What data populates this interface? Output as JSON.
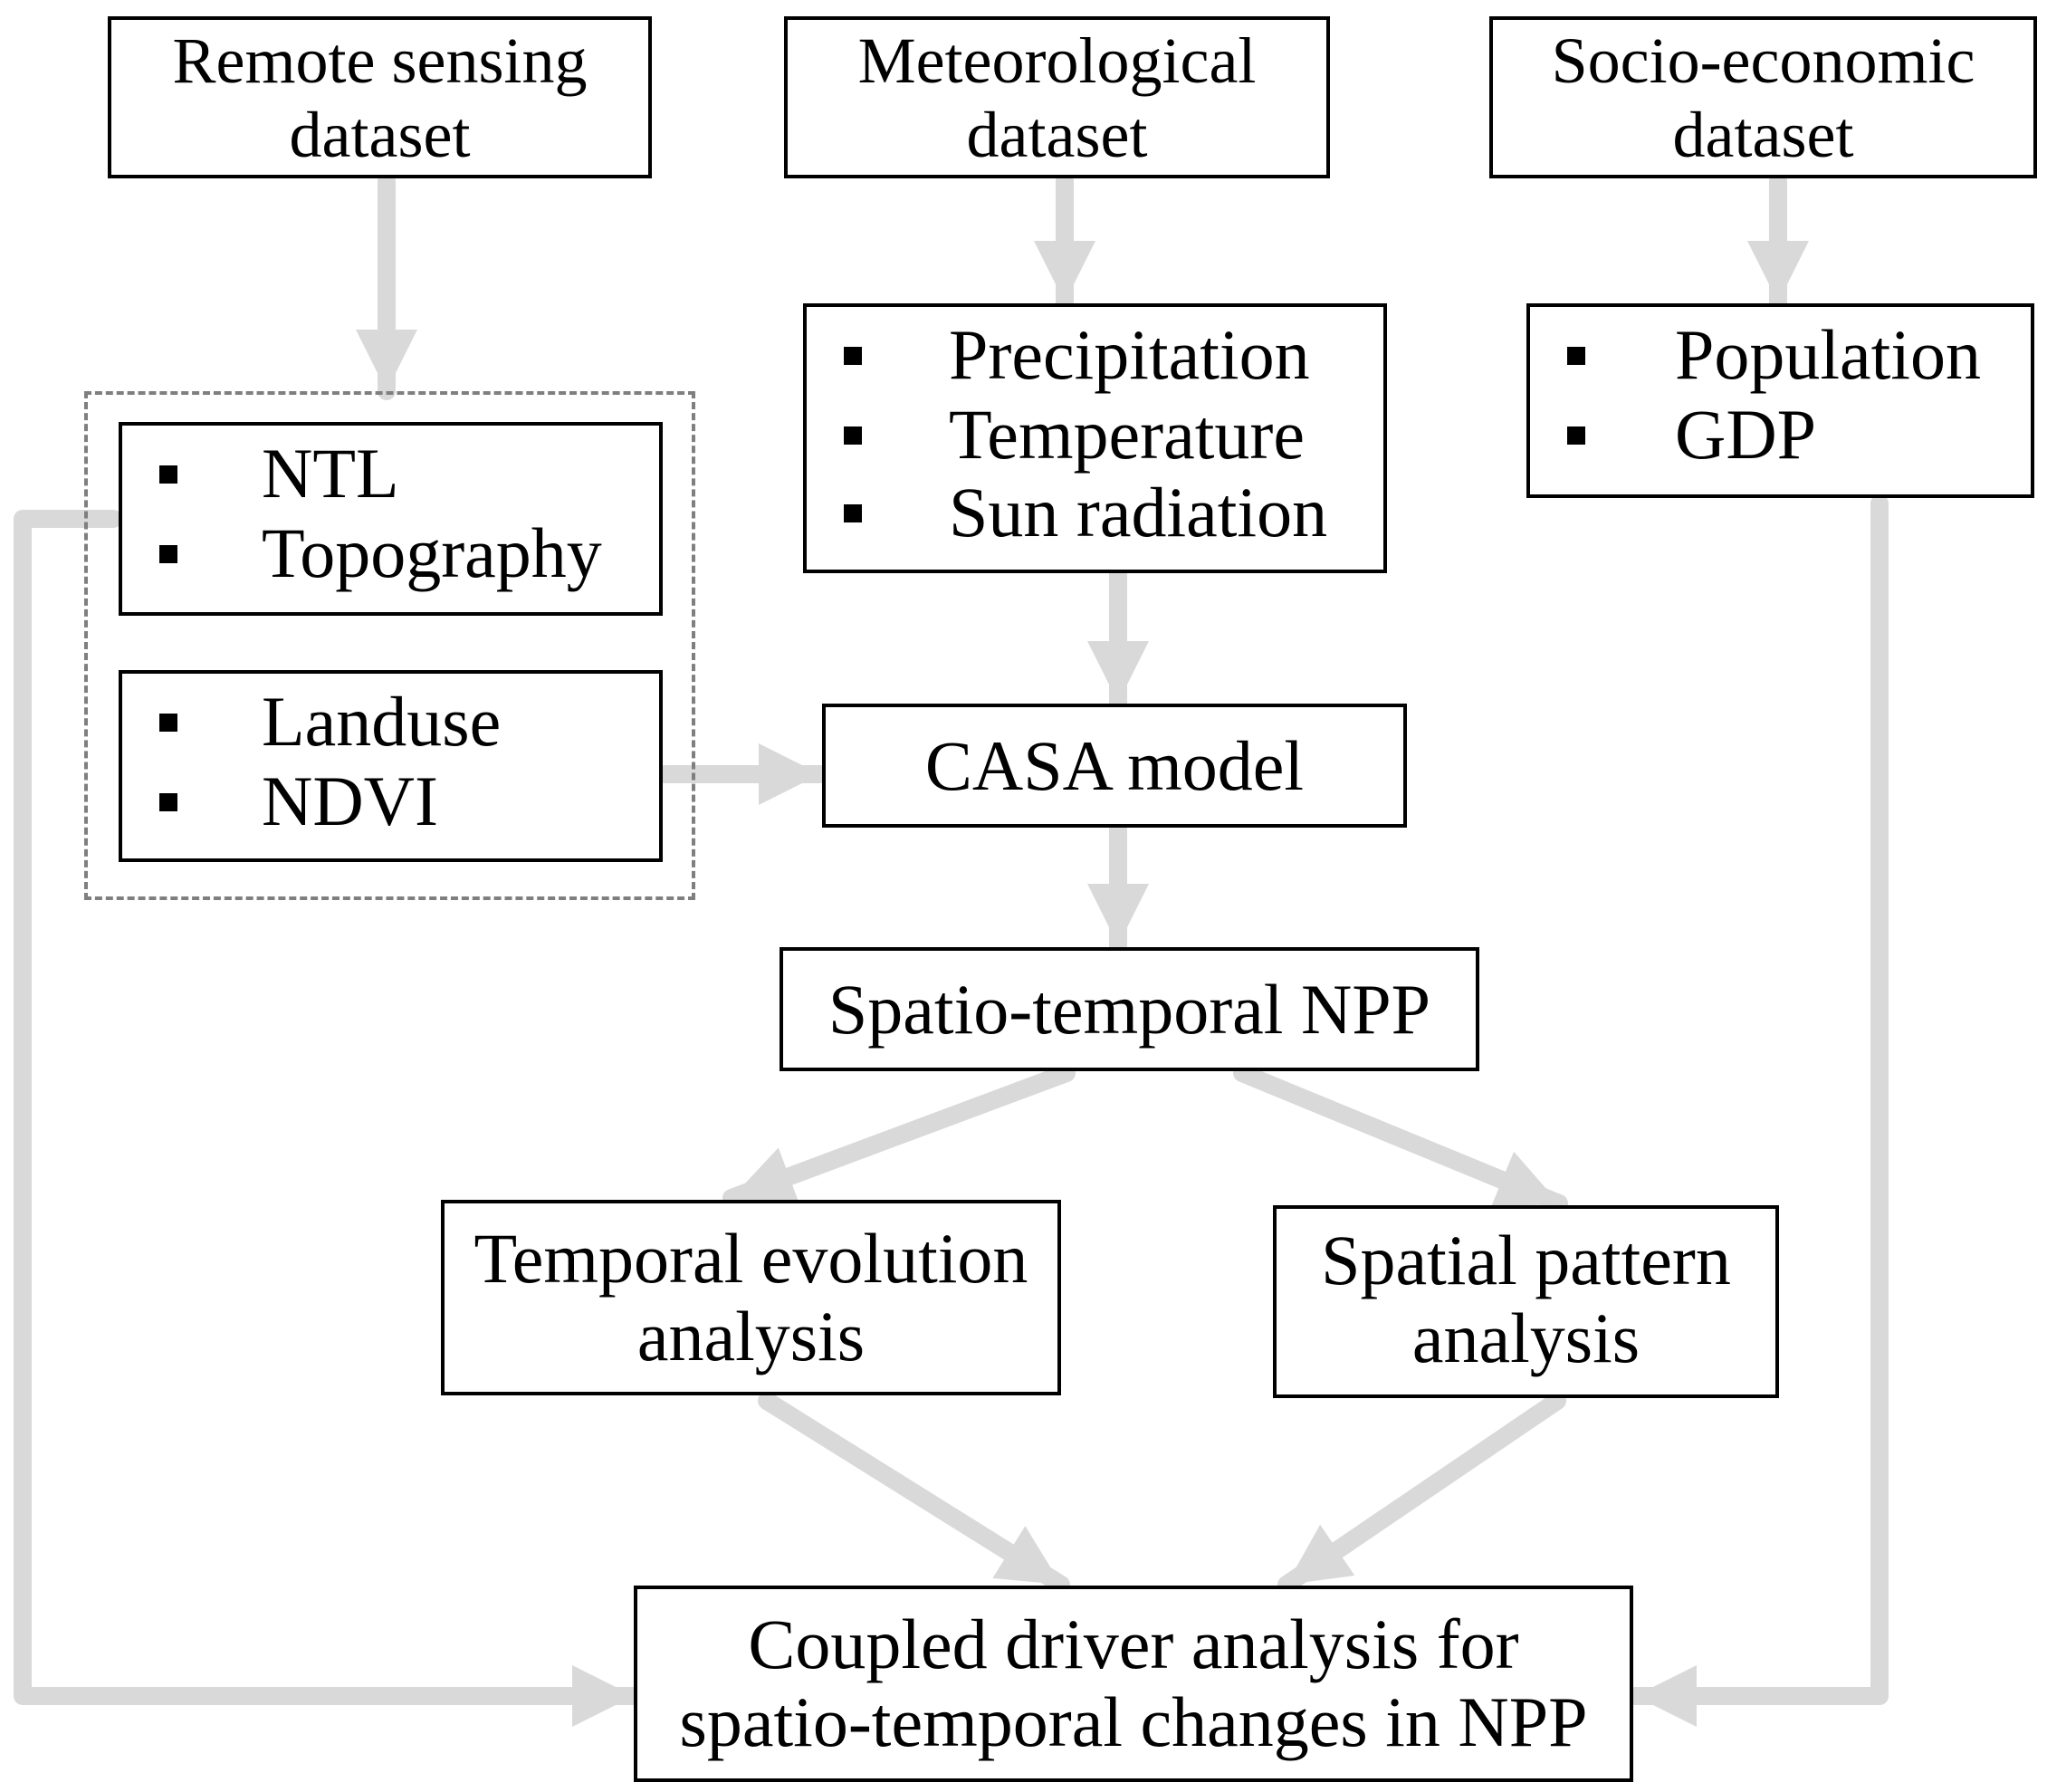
{
  "colors": {
    "arrow": "#d9d9d9",
    "box_border": "#000000",
    "dashed_group": "#7f7f7f"
  },
  "boxes": {
    "remote_sensing": {
      "line1": "Remote sensing",
      "line2": "dataset"
    },
    "meteorological": {
      "line1": "Meteorological",
      "line2": "dataset"
    },
    "socio_economic": {
      "line1": "Socio-economic",
      "line2": "dataset"
    },
    "ntl_topo": {
      "items": [
        "NTL",
        "Topography"
      ]
    },
    "landuse_ndvi": {
      "items": [
        "Landuse",
        "NDVI"
      ]
    },
    "climate": {
      "items": [
        "Precipitation",
        "Temperature",
        "Sun radiation"
      ]
    },
    "population_gdp": {
      "items": [
        "Population",
        "GDP"
      ]
    },
    "casa": {
      "label": "CASA model"
    },
    "spatio_temporal": {
      "label": "Spatio-temporal NPP"
    },
    "temporal_evolution": {
      "line1": "Temporal evolution",
      "line2": "analysis"
    },
    "spatial_pattern": {
      "line1": "Spatial pattern",
      "line2": "analysis"
    },
    "coupled_driver": {
      "line1": "Coupled driver analysis for",
      "line2": "spatio-temporal changes in NPP"
    }
  }
}
